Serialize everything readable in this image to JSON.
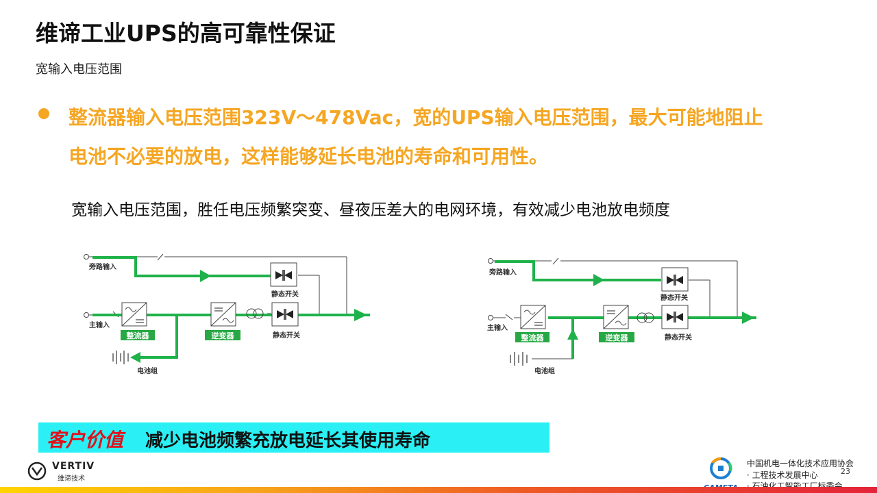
{
  "header": {
    "title": "维谛工业UPS的高可靠性保证",
    "subtitle": "宽输入电压范围"
  },
  "bullet": {
    "line1": "整流器输入电压范围323V～478Vac，宽的UPS输入电压范围，最大可能地阻止",
    "line2": "电池不必要的放电，这样能够延长电池的寿命和可用性。",
    "color": "#f5a623"
  },
  "description": "宽输入电压范围，胜任电压频繁突变、昼夜压差大的电网环境，有效减少电池放电频度",
  "diagram_left": {
    "bypass_input": "旁路输入",
    "main_input": "主输入",
    "rectifier": "整流器",
    "inverter": "逆变器",
    "static_switch_top": "静态开关",
    "static_switch_bottom": "静态开关",
    "battery": "电池组"
  },
  "diagram_right": {
    "bypass_input": "旁路输入",
    "main_input": "主输入",
    "rectifier": "整流器",
    "inverter": "逆变器",
    "static_switch_top": "静态开关",
    "static_switch_bottom": "静态开关",
    "battery": "电池组"
  },
  "colors": {
    "flow_green": "#1fb24a",
    "label_green": "#27a844",
    "highlight_bar": "#2af0f5",
    "value_red": "#e0111b"
  },
  "customer_value": {
    "tag": "客户价值",
    "text": "减少电池频繁充放电延长其使用寿命"
  },
  "footer": {
    "brand": "VERTIV",
    "brand_cn": "维谛技术",
    "page_number": "23",
    "org_line1": "中国机电一体化技术应用协会",
    "org_line2": "· 工程技术发展中心",
    "org_line3": "· 石油化工智能工厂标委会",
    "org_logo_text": "CAMETA"
  }
}
